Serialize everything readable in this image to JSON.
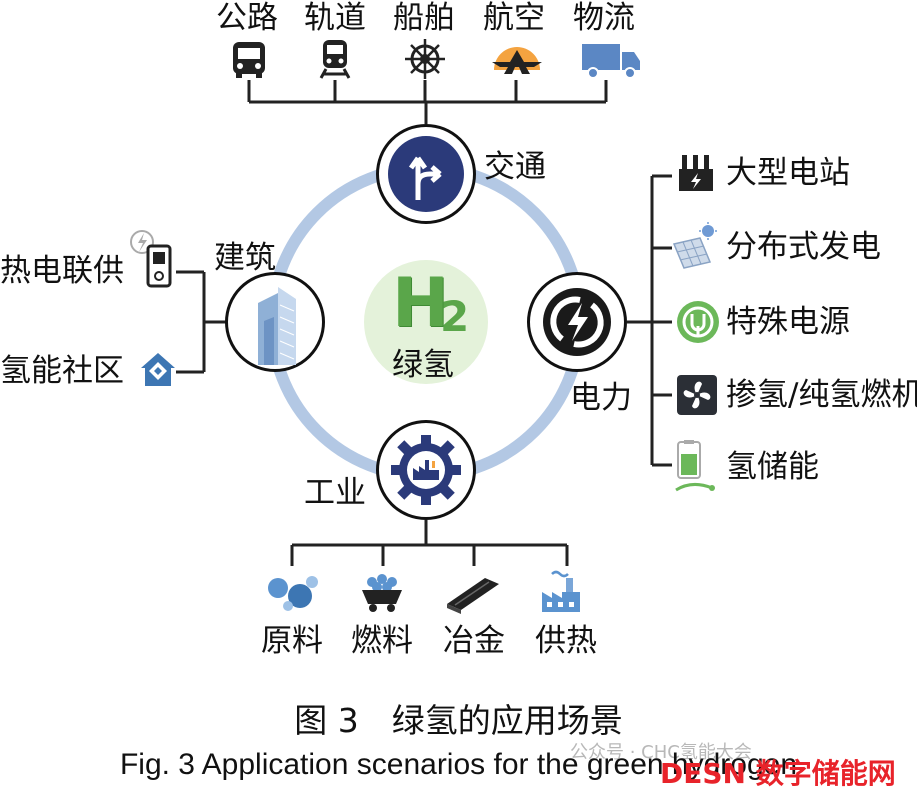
{
  "transport": {
    "hub": "交通",
    "items": [
      "公路",
      "轨道",
      "船舶",
      "航空",
      "物流"
    ]
  },
  "power": {
    "hub": "电力",
    "items": [
      "大型电站",
      "分布式发电",
      "特殊电源",
      "掺氢/纯氢燃机",
      "氢储能"
    ]
  },
  "industry": {
    "hub": "工业",
    "items": [
      "原料",
      "燃料",
      "冶金",
      "供热"
    ]
  },
  "building": {
    "hub": "建筑",
    "items": [
      "热电联供",
      "氢能社区"
    ]
  },
  "center": {
    "symbol": "H",
    "subscript": "2",
    "label": "绿氢"
  },
  "caption_cn": "图 3　绿氢的应用场景",
  "caption_en": "Fig. 3    Application scenarios for the green hydrogen",
  "watermark": "公众号 · CHC氢能大会",
  "watermark_brand": "DESN 数字储能网",
  "colors": {
    "ring": "#b3c8e4",
    "navy": "#2b3a7a",
    "green": "#6cb85a",
    "ice": "#3d76b3"
  }
}
